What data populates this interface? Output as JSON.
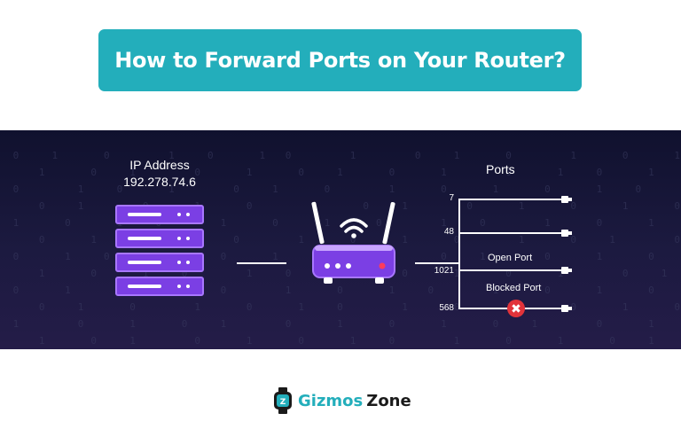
{
  "banner": {
    "title": "How to Forward Ports on Your Router?",
    "color": "#23aebb"
  },
  "diagram": {
    "ip_label": "IP Address",
    "ip_value": "192.278.74.6",
    "server_icon": "server-stack-icon",
    "router_icon": "wifi-router-icon",
    "ports_title": "Ports",
    "ports": [
      {
        "number": "7",
        "caption": "",
        "status": "open"
      },
      {
        "number": "48",
        "caption": "",
        "status": "open"
      },
      {
        "number": "1021",
        "caption": "Open Port",
        "status": "open"
      },
      {
        "number": "568",
        "caption": "Blocked Port",
        "status": "blocked"
      }
    ],
    "blocked_symbol": "✖",
    "colors": {
      "background": "#10112e",
      "server": "#7b3fe4",
      "router": "#7b3fe4",
      "blocked": "#e2333a",
      "indicator": "#ff3b5c"
    }
  },
  "logo": {
    "text_primary": "Gizmos",
    "text_secondary": "Zone",
    "icon": "smartwatch-icon"
  }
}
